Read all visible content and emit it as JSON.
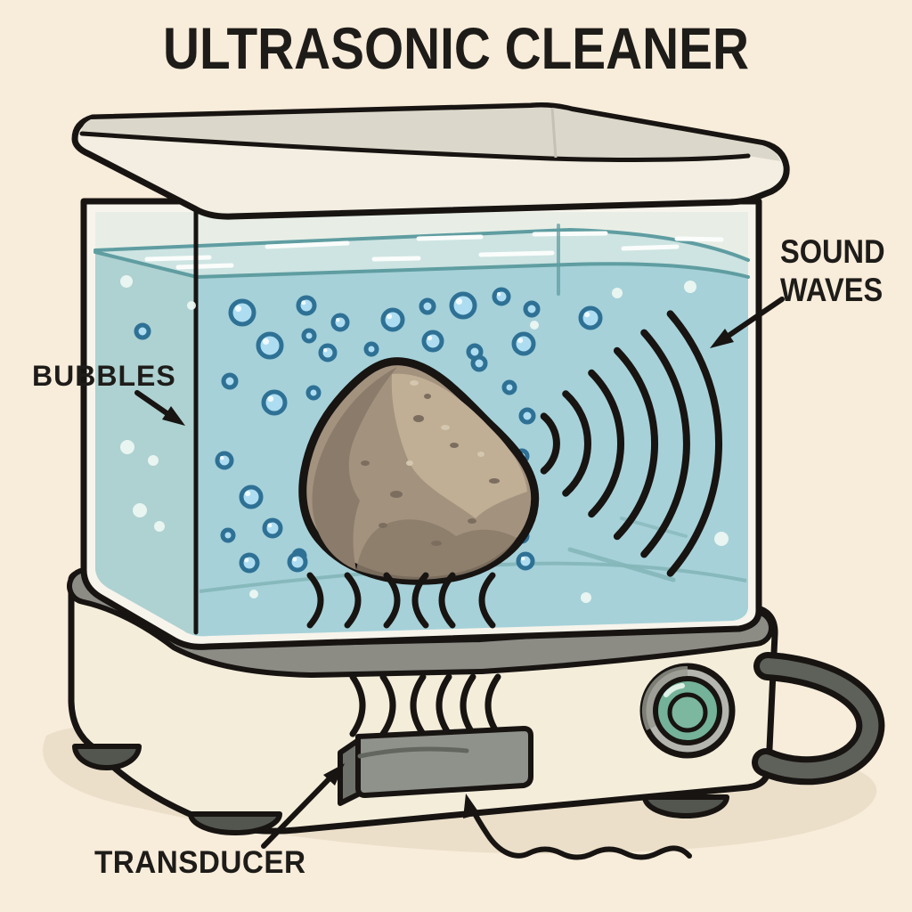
{
  "title": "ULTRASONIC CLEANER",
  "labels": {
    "bubbles": {
      "text": "BUBBLES"
    },
    "sound_waves": {
      "line1": "SOUND",
      "line2": "WAVES"
    },
    "transducer": {
      "text": "TRANSDUCER"
    }
  },
  "palette": {
    "background": "#f8ecda",
    "outline": "#171412",
    "glass": "#f7f4ec",
    "headspace": "#e8eee6",
    "water": "#a6d1d9",
    "water_side": "#afd0cf",
    "water_surface": "#cde4e2",
    "surface_line": "#5f9da1",
    "bubble_fill": "#aeddf1",
    "bubble_outline": "#2e7195",
    "lid_top": "#dbd7ca",
    "lid_body": "#f3eee1",
    "base_body": "#f4edda",
    "base_band": "#8c8c85",
    "feet": "#53554f",
    "transducer_fill": "#8f918b",
    "transducer_side": "#6e706a",
    "button_ring": "#b3b5ae",
    "button_green": "#74b29a",
    "cable": "#5e605a",
    "rock_base": "#a3927e",
    "rock_dark": "#8b7b6a",
    "rock_light": "#c0ae95",
    "shadow": "#ebdfc9"
  },
  "components": [
    "lid",
    "glass-tank",
    "water",
    "cavitation-bubbles",
    "rock",
    "sound-waves",
    "ripples",
    "base",
    "transducer",
    "power-button",
    "power-cable",
    "feet",
    "shadow"
  ]
}
